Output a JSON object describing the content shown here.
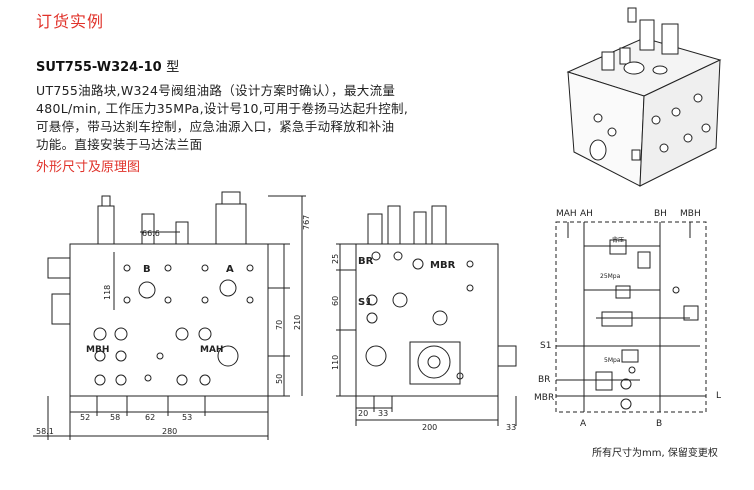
{
  "section_title": "订货实例",
  "model": {
    "code": "SUT755-W324-10",
    "suffix": "型"
  },
  "description_lines": [
    "UT755油路块,W324号阀组油路（设计方案时确认），最大流量",
    "480L/min, 工作压力35MPa,设计号10,可用于卷扬马达起升控制,",
    "可悬停，带马达刹车控制，应急油源入口，紧急手动释放和补油",
    "功能。直接安装于马达法兰面"
  ],
  "subsection_title": "外形尺寸及原理图",
  "front_view": {
    "port_labels": {
      "b": "B",
      "a": "A",
      "mbh": "MBH",
      "mah": "MAH"
    },
    "dims": {
      "top_height": "767",
      "offset": "66.6",
      "left_v": "118",
      "h210": "210",
      "h70": "70",
      "h50": "50",
      "b52": "52",
      "b58": "58",
      "b62": "62",
      "b53": "53",
      "left_offset": "58.1",
      "width": "280"
    }
  },
  "side_view": {
    "port_labels": {
      "br": "BR",
      "mbr": "MBR",
      "s1": "S1"
    },
    "dims": {
      "h25": "25",
      "h60": "60",
      "h110": "110",
      "b20": "20",
      "b33a": "33",
      "width": "200",
      "b33b": "33"
    }
  },
  "schematic": {
    "top_labels": {
      "mah": "MAH",
      "ah": "AH",
      "bh": "BH",
      "mbh": "MBH"
    },
    "left_labels": {
      "s1": "S1",
      "br": "BR",
      "mbr": "MBR"
    },
    "right_label_l": "L",
    "bottom_labels": {
      "a": "A",
      "b": "B"
    },
    "valve_labels": {
      "brake": "背压",
      "p25": "25Mpa",
      "p5": "5Mpa"
    }
  },
  "footnote": "所有尺寸为mm, 保留变更权"
}
